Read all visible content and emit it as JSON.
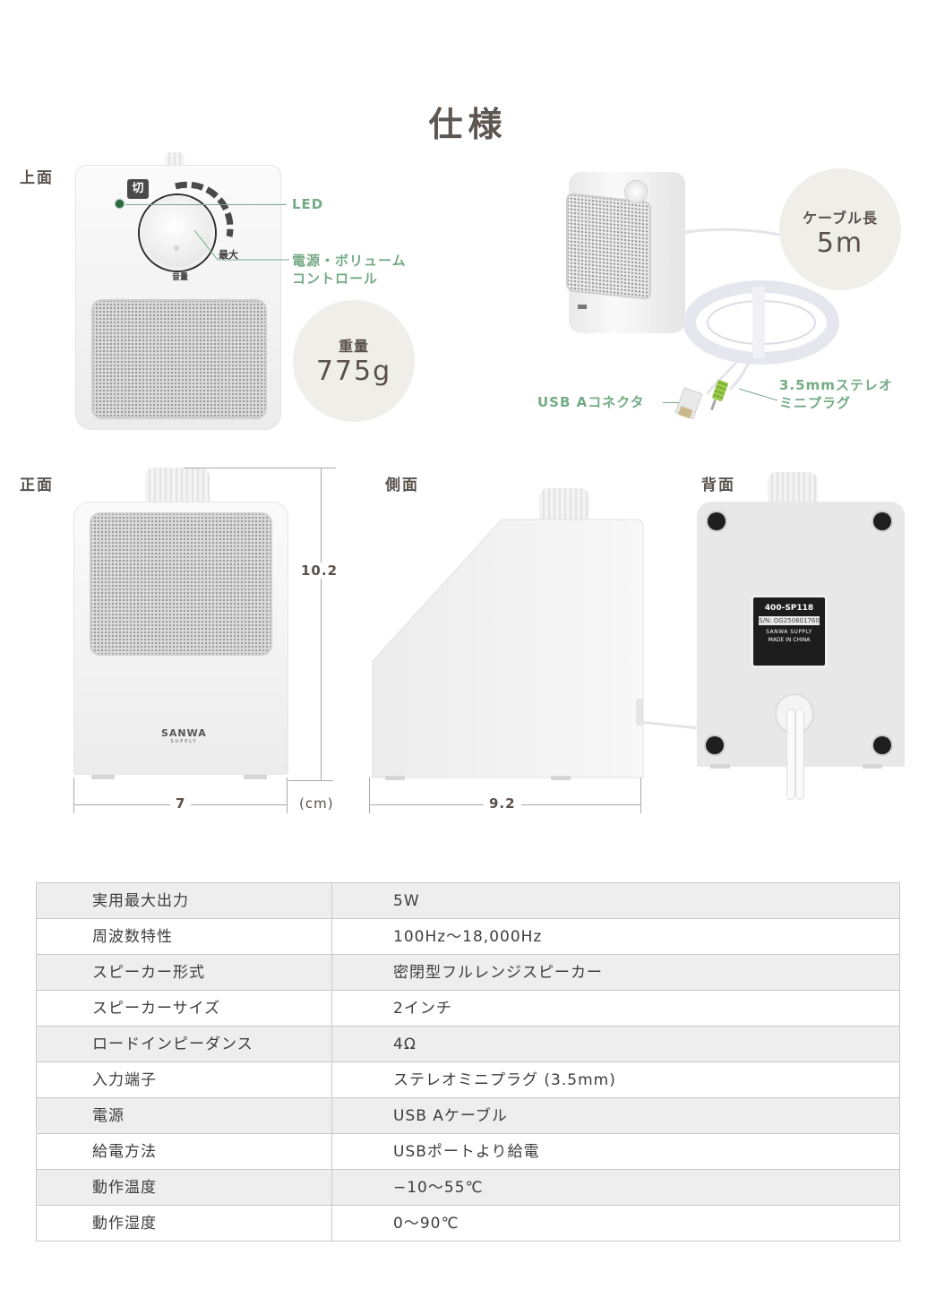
{
  "page": {
    "title": "仕様"
  },
  "top_view": {
    "label": "上面",
    "switch_off_mark": "切",
    "max_mark": "最大",
    "volume_mark": "音量",
    "callouts": {
      "led": "LED",
      "power_volume_line1": "電源・ボリューム",
      "power_volume_line2": "コントロール"
    },
    "weight": {
      "label": "重量",
      "value": "775g"
    }
  },
  "product_view": {
    "cable_length": {
      "label": "ケーブル長",
      "value": "5m"
    },
    "callouts": {
      "usb": "USB Aコネクタ",
      "plug_line1": "3.5mmステレオ",
      "plug_line2": "ミニプラグ"
    }
  },
  "front_view": {
    "label": "正面",
    "brand_main": "SANWA",
    "brand_sub": "SUPPLY",
    "height": "10.2",
    "width": "7",
    "unit": "(cm)"
  },
  "side_view": {
    "label": "側面",
    "depth": "9.2"
  },
  "back_view": {
    "label": "背面",
    "sticker": {
      "model": "400-SP118",
      "serial": "S/N: OG250601760",
      "brand": "SANWA SUPPLY",
      "origin": "MADE IN CHINA"
    }
  },
  "colors": {
    "accent_green": "#74ab86",
    "title_brown": "#5e5650",
    "circle_bg": "#efeee9",
    "table_stripe": "#eeeeee",
    "table_border": "#c9c9c9"
  },
  "spec_table": {
    "rows": [
      {
        "key": "実用最大出力",
        "value": "5W"
      },
      {
        "key": "周波数特性",
        "value": "100Hz〜18,000Hz"
      },
      {
        "key": "スピーカー形式",
        "value": "密閉型フルレンジスピーカー"
      },
      {
        "key": "スピーカーサイズ",
        "value": "2インチ"
      },
      {
        "key": "ロードインピーダンス",
        "value": "4Ω"
      },
      {
        "key": "入力端子",
        "value": "ステレオミニプラグ (3.5mm)"
      },
      {
        "key": "電源",
        "value": "USB Aケーブル"
      },
      {
        "key": "給電方法",
        "value": "USBポートより給電"
      },
      {
        "key": "動作温度",
        "value": "−10〜55℃"
      },
      {
        "key": "動作湿度",
        "value": "0〜90℃"
      }
    ]
  }
}
